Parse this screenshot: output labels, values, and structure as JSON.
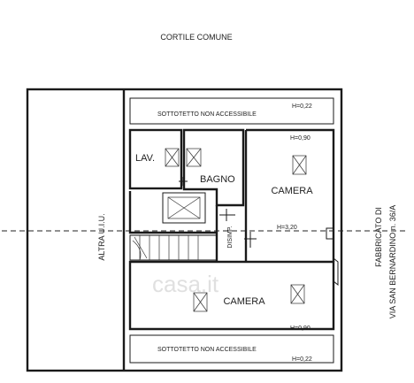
{
  "labels": {
    "courtyard": "CORTILE COMUNE",
    "other_unit": "ALTRA U.I.U.",
    "building_line1": "FABBRICATO DI",
    "building_line2": "VIA SAN BERNARDINO n. 36/A",
    "attic_top": "SOTTOTETTO NON ACCESSIBILE",
    "attic_bottom": "SOTTOTETTO NON ACCESSIBILE",
    "laundry": "LAV.",
    "bathroom": "BAGNO",
    "bedroom_top": "CAMERA",
    "bedroom_bottom": "CAMERA",
    "hallway": "DISIMP."
  },
  "heights": {
    "attic_top": "H=0,22",
    "bedroom_top": "H=0,90",
    "ridge": "H=3,20",
    "bedroom_bottom": "H=0,90",
    "attic_bottom": "H=0,22"
  },
  "watermark": "casa.it",
  "colors": {
    "line": "#1a1a1a",
    "text": "#222222",
    "watermark": "#c8c8c8"
  }
}
